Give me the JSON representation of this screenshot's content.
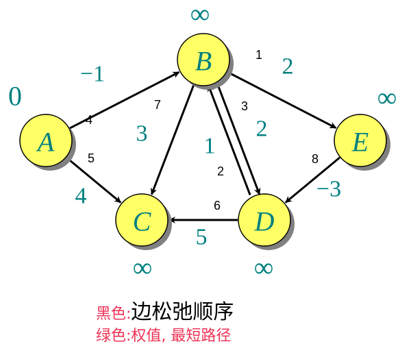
{
  "nodes": {
    "A": {
      "label": "A",
      "dist": "0"
    },
    "B": {
      "label": "B",
      "dist": "∞"
    },
    "C": {
      "label": "C",
      "dist": "∞"
    },
    "D": {
      "label": "D",
      "dist": "∞"
    },
    "E": {
      "label": "E",
      "dist": "∞"
    }
  },
  "edges": [
    {
      "from": "A",
      "to": "B",
      "weight": "−1",
      "order": "4"
    },
    {
      "from": "A",
      "to": "C",
      "weight": "4",
      "order": "5"
    },
    {
      "from": "B",
      "to": "C",
      "weight": "3",
      "order": "7"
    },
    {
      "from": "B",
      "to": "D",
      "weight": "2",
      "order": "3"
    },
    {
      "from": "D",
      "to": "B",
      "weight": "1",
      "order": "2"
    },
    {
      "from": "B",
      "to": "E",
      "weight": "2",
      "order": "1"
    },
    {
      "from": "E",
      "to": "D",
      "weight": "−3",
      "order": "8"
    },
    {
      "from": "D",
      "to": "C",
      "weight": "5",
      "order": "6"
    }
  ],
  "legend": {
    "black_prefix": "黑色:",
    "black_text": "边松弛顺序",
    "green_prefix": "绿色:",
    "green_text": "权值, 最短路径"
  },
  "colors": {
    "node_fill": "#ffff66",
    "teal": "#008080",
    "legend_red": "#ee3355"
  }
}
